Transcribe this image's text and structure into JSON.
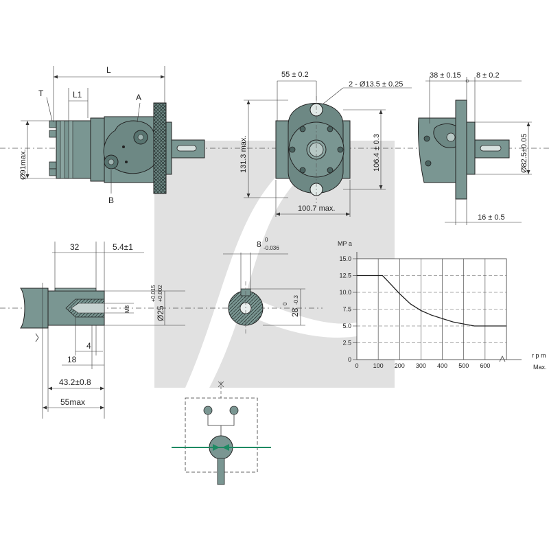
{
  "labels": {
    "L": "L",
    "L1": "L1",
    "T": "T",
    "A": "A",
    "B": "B",
    "dia91": "Ø91max.",
    "w55": "55 ± 0.2",
    "holes": "2 - Ø13.5 ± 0.25",
    "h131": "131.3 max.",
    "h106": "106.4 ± 0.3",
    "w100": "100.7 max.",
    "w38": "38 ± 0.15",
    "w8": "8 ± 0.2",
    "dia82": "Ø82.5±0.05",
    "w16": "16 ± 0.5",
    "d32": "32",
    "d54": "5.4±1",
    "m8": "M8",
    "d25": "Ø25",
    "tol25a": "+0.015",
    "tol25b": "+0.002",
    "d4": "4",
    "d18": "18",
    "d43": "43.2±0.8",
    "d55max": "55max",
    "key8": "8",
    "key8tolU": "0",
    "key8tolL": "-0.036",
    "key28": "28",
    "key28tolU": "0",
    "key28tolL": "-0.3"
  },
  "chart_data": {
    "type": "line",
    "title": "",
    "ylabel": "MP a",
    "xlabel": "r p m",
    "xlabel_suffix": "Max.",
    "xlim": [
      0,
      700
    ],
    "ylim": [
      0,
      15
    ],
    "x_ticks": [
      "0",
      "100",
      "200",
      "300",
      "400",
      "500",
      "600"
    ],
    "y_ticks": [
      "0",
      "2.5",
      "5.0",
      "7.5",
      "10.0",
      "12.5",
      "15.0"
    ],
    "grid": true,
    "series": [
      {
        "x": [
          0,
          120,
          150,
          200,
          250,
          300,
          350,
          400,
          450,
          500,
          550,
          600,
          700
        ],
        "y": [
          12.5,
          12.5,
          11.5,
          9.8,
          8.3,
          7.3,
          6.6,
          6.1,
          5.6,
          5.3,
          5.0,
          5.0,
          5.0
        ]
      }
    ]
  }
}
